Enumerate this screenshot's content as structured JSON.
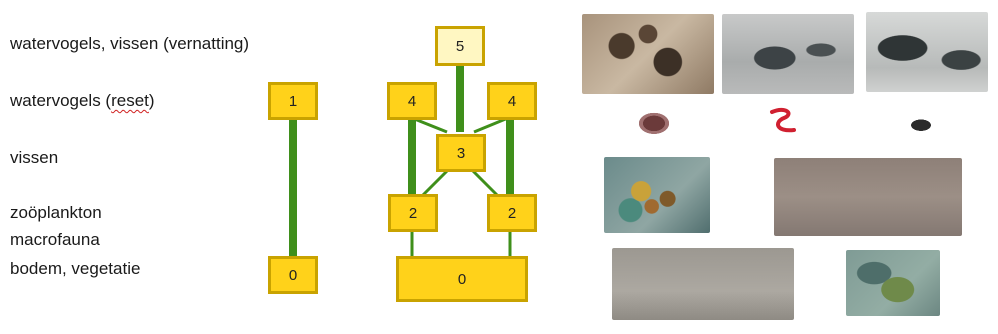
{
  "levels": {
    "l5": "watervogels, vissen (vernatting)",
    "l4_pre": "watervogels (",
    "l4_mark": "reset",
    "l4_post": ")",
    "l3": "vissen",
    "l2a": "zoöplankton",
    "l2b": "macrofauna",
    "l1": "bodem, vegetatie"
  },
  "chain_a": {
    "top": "1",
    "bottom": "0"
  },
  "web_b": {
    "n5": "5",
    "n4_left": "4",
    "n4_right": "4",
    "n3": "3",
    "n2_left": "2",
    "n2_right": "2",
    "n0": "0"
  },
  "colors": {
    "node": "#ffd21a",
    "node_top": "#fff7c2",
    "edge": "#3f8f1b"
  }
}
